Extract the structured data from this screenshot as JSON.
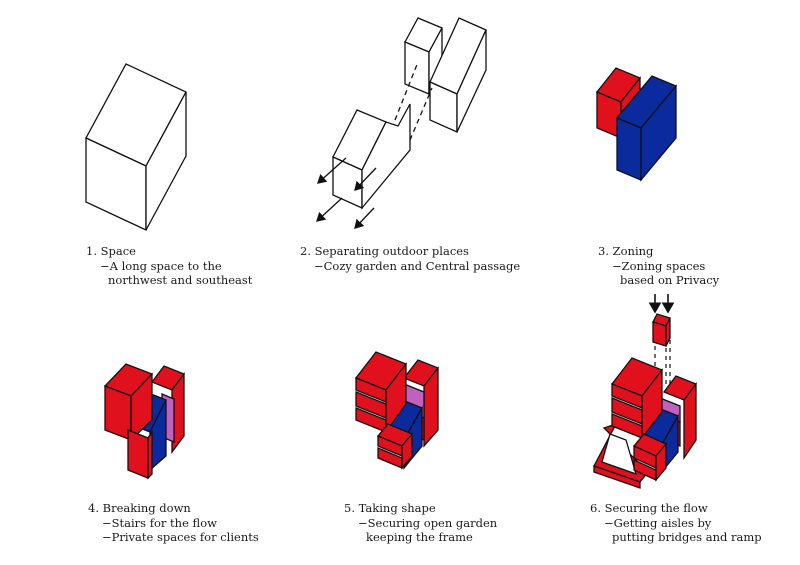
{
  "colors": {
    "private": "#e0101c",
    "public": "#0a2a9e",
    "stairs": "#c060c0",
    "outline": "#111111"
  },
  "steps": [
    {
      "title": "1. Space",
      "lines": [
        "−A long space to the",
        "northwest and southeast"
      ]
    },
    {
      "title": "2. Separating outdoor places",
      "lines": [
        "−Cozy garden and Central passage"
      ]
    },
    {
      "title": "3. Zoning",
      "lines": [
        "−Zoning spaces",
        "based on Privacy"
      ]
    },
    {
      "title": "4. Breaking down",
      "lines": [
        "−Stairs for the flow",
        "−Private spaces for clients"
      ]
    },
    {
      "title": "5. Taking shape",
      "lines": [
        "−Securing open garden",
        "keeping the frame"
      ]
    },
    {
      "title": "6. Securing the flow",
      "lines": [
        "−Getting aisles by",
        "putting bridges and ramp"
      ]
    }
  ]
}
